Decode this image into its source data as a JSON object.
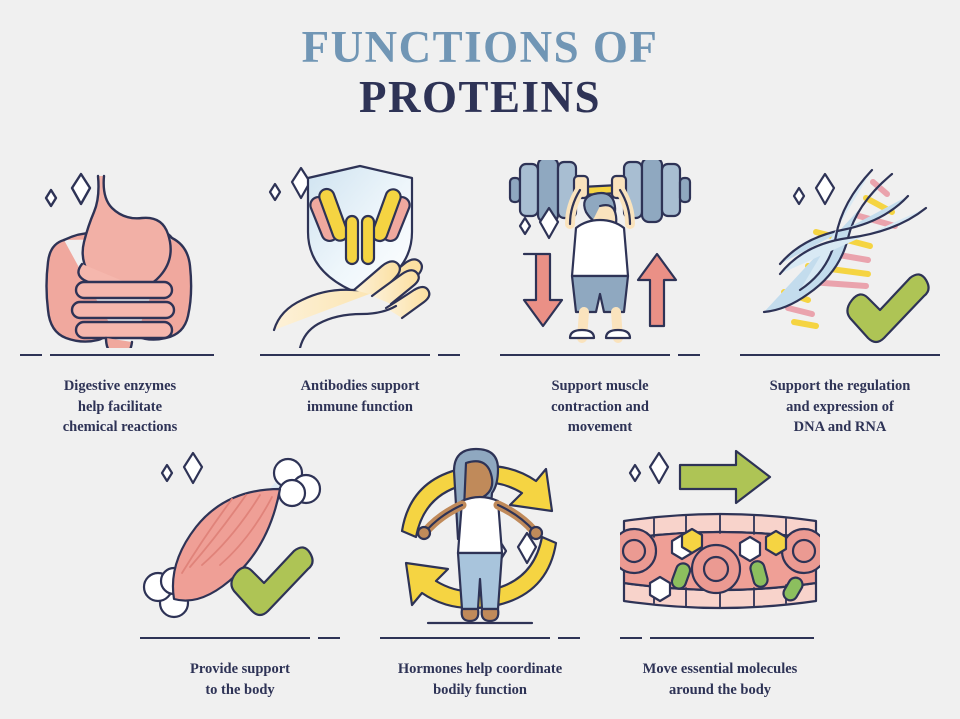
{
  "title": {
    "line1": "FUNCTIONS OF",
    "line2": "PROTEINS"
  },
  "colors": {
    "background": "#f0f0f0",
    "title_top": "#7196b5",
    "title_bottom": "#2e3356",
    "outline": "#2e3356",
    "salmon": "#f0a89e",
    "salmon_dark": "#e28c82",
    "salmon_light": "#f8cfc7",
    "green": "#aec455",
    "green_dark": "#9bb142",
    "yellow": "#f5d442",
    "yellow_light": "#fbe08b",
    "blue_grey": "#8fa8c0",
    "light_blue": "#c3dced",
    "skin": "#fae3bd",
    "skin_dark": "#c08a5a",
    "white": "#ffffff",
    "pale_pink": "#f6d0cb"
  },
  "items": [
    {
      "id": "digestive-enzymes",
      "icon": "digestive-system-icon",
      "divider_style": "a",
      "caption": "Digestive enzymes\nhelp facilitate\nchemical reactions"
    },
    {
      "id": "antibodies",
      "icon": "shield-antibody-hand-icon",
      "divider_style": "b",
      "caption": "Antibodies support\nimmune function"
    },
    {
      "id": "muscle-contraction",
      "icon": "weightlifter-icon",
      "divider_style": "b",
      "caption": "Support muscle\ncontraction and\nmovement"
    },
    {
      "id": "dna-rna-regulation",
      "icon": "dna-helix-checkmark-icon",
      "divider_style": "c",
      "caption": "Support the regulation\nand expression of\nDNA and RNA"
    },
    {
      "id": "structural-support",
      "icon": "bone-muscle-checkmark-icon",
      "divider_style": "b",
      "caption": "Provide support\nto the body"
    },
    {
      "id": "hormones",
      "icon": "woman-cycle-arrows-icon",
      "divider_style": "b",
      "caption": "Hormones help coordinate\nbodily function"
    },
    {
      "id": "molecule-transport",
      "icon": "blood-vessel-icon",
      "divider_style": "a",
      "caption": "Move essential molecules\naround the body"
    }
  ]
}
